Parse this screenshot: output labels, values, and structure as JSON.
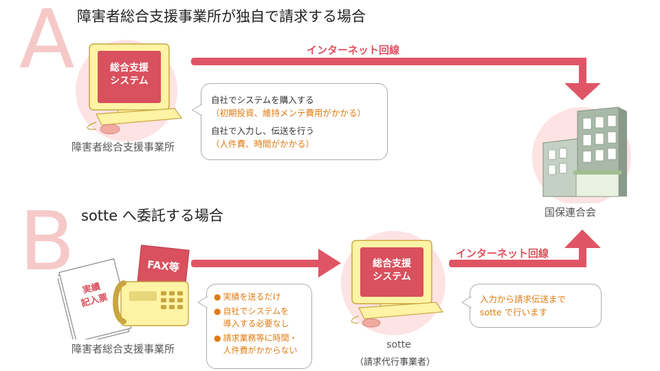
{
  "section_a": {
    "letter": "A",
    "title": "障害者総合支援事業所が独自で請求する場合",
    "monitor_line1": "総合支援",
    "monitor_line2": "システム",
    "office_label": "障害者総合支援事業所",
    "arrow_label": "インターネット回線",
    "bubble": {
      "line1": "自社でシステムを購入する",
      "line2": "（初期投資、維持メンテ費用がかかる）",
      "line3": "自社で入力し、伝送を行う",
      "line4": "（人件費、時間がかかる）"
    }
  },
  "section_b": {
    "letter": "B",
    "title": "sotte へ委託する場合",
    "document_line1": "実績",
    "document_line2": "記入票",
    "fax_label": "FAX等",
    "office_label": "障害者総合支援事業所",
    "bullets": [
      "実績を送るだけ",
      "自社でシステムを導入する必要なし",
      "請求業務等に時間・人件費がかからない"
    ],
    "bullet_lines": [
      [
        "実績を送るだけ"
      ],
      [
        "自社でシステムを",
        "導入する必要なし"
      ],
      [
        "請求業務等に時間・",
        "人件費がかからない"
      ]
    ],
    "monitor_line1": "総合支援",
    "monitor_line2": "システム",
    "agent_name": "sotte",
    "agent_role": "（請求代行事業者）",
    "arrow_label": "インターネット回線",
    "bubble_line1": "入力から請求伝送まで",
    "bubble_line2": "sotte で行います"
  },
  "destination": {
    "label": "国保連合会"
  },
  "colors": {
    "arrow": "#e05565",
    "letter": "#f6c9c9",
    "circle": "#fde3e3",
    "monitor_body": "#fff3a6",
    "monitor_screen": "#d9505e",
    "orange_text": "#e07a10",
    "building": "#a9b9a9"
  }
}
